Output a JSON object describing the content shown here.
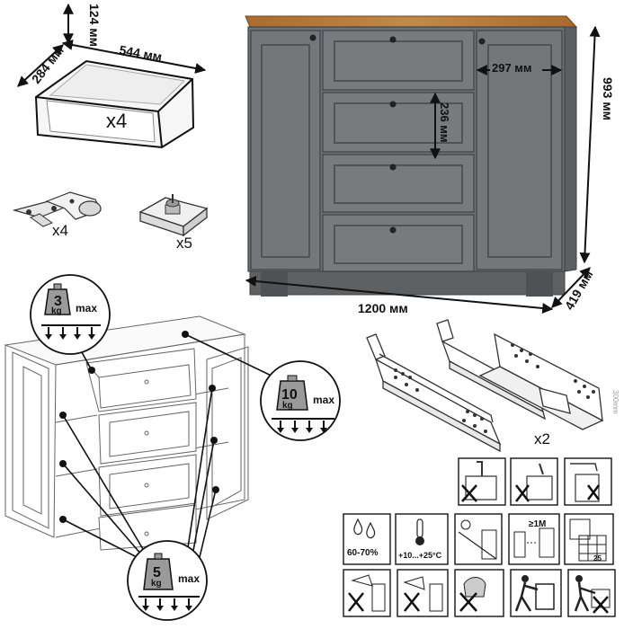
{
  "drawer_box": {
    "height": "124 мм",
    "depth": "284 мм",
    "width": "544 мм",
    "count": "x4"
  },
  "hinge": {
    "count": "x4"
  },
  "foot": {
    "count": "x5"
  },
  "cabinet": {
    "side_door_width": "297 мм",
    "drawer_front_height": "236 мм",
    "height": "993 мм",
    "width": "1200 мм",
    "depth": "419 мм"
  },
  "load_labels": {
    "drawer": {
      "weight": "3",
      "unit": "kg",
      "max": "max"
    },
    "top": {
      "weight": "10",
      "unit": "kg",
      "max": "max"
    },
    "shelf": {
      "weight": "5",
      "unit": "kg",
      "max": "max"
    }
  },
  "slides": {
    "count": "x2",
    "length": "300mm"
  },
  "care": {
    "humidity": "60-70%",
    "temperature": "+10...+25°C",
    "distance": "≥1M",
    "glass_size": "25"
  },
  "colors": {
    "body_gray": "#6e7275",
    "body_gray_dark": "#55595c",
    "worktop_oak": "#b77a3a",
    "line": "#222222"
  }
}
